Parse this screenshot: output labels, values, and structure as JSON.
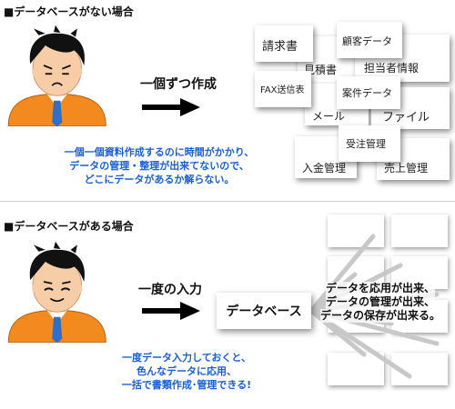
{
  "section1": {
    "heading": "■データベースがない場合",
    "arrow_label": "一個ずつ作成",
    "caption": [
      "一個一個資料作成するのに時間がかかり、",
      "データの管理・整理が出来てないので、",
      "どこにデータがあるか解らない。"
    ],
    "cards": [
      "請求書",
      "顧客データ",
      "見積書",
      "担当者情報",
      "FAX送信表",
      "案件データ",
      "メール",
      "ファイル",
      "受注管理",
      "入金管理",
      "売上管理"
    ]
  },
  "section2": {
    "heading": "■データベースがある場合",
    "arrow_label": "一度の入力",
    "db_label": "データベース",
    "benefits": [
      "データを応用が出来、",
      "データの管理が出来、",
      "データの保存が出来る。"
    ],
    "caption": [
      "一度データ入力しておくと、",
      "色んなデータに応用、",
      "一括で書類作成･管理できる!"
    ]
  },
  "colors": {
    "accent_blue": "#1a5fd6",
    "shirt_orange": "#f28a1f",
    "tie_blue": "#2f6fc8"
  },
  "icons": [
    "confused-person-icon",
    "happy-person-icon",
    "right-arrow-icon"
  ]
}
